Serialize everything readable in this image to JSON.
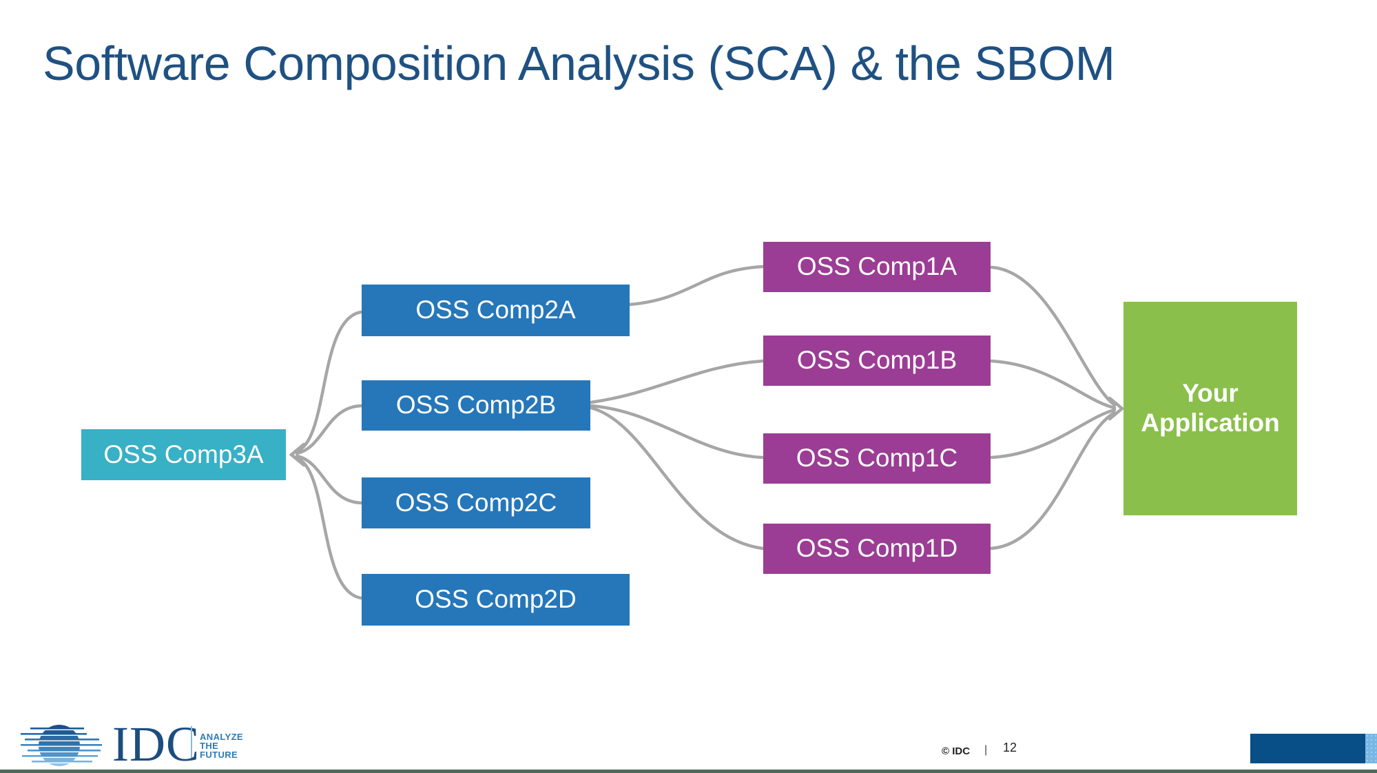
{
  "slide": {
    "title": "Software Composition Analysis (SCA) & the SBOM",
    "copyright": "© IDC",
    "divider": "|",
    "page_number": "12"
  },
  "logo": {
    "name": "IDC",
    "tagline": [
      "ANALYZE",
      "THE",
      "FUTURE"
    ]
  },
  "diagram": {
    "connector_color": "#a6a6a6",
    "nodes": {
      "comp3a": {
        "label": "OSS Comp3A",
        "color": "#38b0c5"
      },
      "comp2a": {
        "label": "OSS Comp2A",
        "color": "#2677b9"
      },
      "comp2b": {
        "label": "OSS Comp2B",
        "color": "#2677b9"
      },
      "comp2c": {
        "label": "OSS Comp2C",
        "color": "#2677b9"
      },
      "comp2d": {
        "label": "OSS Comp2D",
        "color": "#2677b9"
      },
      "comp1a": {
        "label": "OSS Comp1A",
        "color": "#9b3d94"
      },
      "comp1b": {
        "label": "OSS Comp1B",
        "color": "#9b3d94"
      },
      "comp1c": {
        "label": "OSS Comp1C",
        "color": "#9b3d94"
      },
      "comp1d": {
        "label": "OSS Comp1D",
        "color": "#9b3d94"
      },
      "app": {
        "label": "Your Application",
        "color": "#8abf4b"
      }
    },
    "edges": [
      {
        "from": "comp2a",
        "to": "comp3a",
        "arrowhead_at": "comp3a"
      },
      {
        "from": "comp2b",
        "to": "comp3a",
        "arrowhead_at": "comp3a"
      },
      {
        "from": "comp2c",
        "to": "comp3a",
        "arrowhead_at": "comp3a"
      },
      {
        "from": "comp2d",
        "to": "comp3a",
        "arrowhead_at": "comp3a"
      },
      {
        "from": "comp2a",
        "to": "comp1a",
        "arrowhead_at": null
      },
      {
        "from": "comp2b",
        "to": "comp1b",
        "arrowhead_at": null
      },
      {
        "from": "comp2b",
        "to": "comp1c",
        "arrowhead_at": null
      },
      {
        "from": "comp2b",
        "to": "comp1d",
        "arrowhead_at": null
      },
      {
        "from": "comp1a",
        "to": "app",
        "arrowhead_at": "app"
      },
      {
        "from": "comp1b",
        "to": "app",
        "arrowhead_at": "app"
      },
      {
        "from": "comp1c",
        "to": "app",
        "arrowhead_at": "app"
      },
      {
        "from": "comp1d",
        "to": "app",
        "arrowhead_at": "app"
      }
    ]
  },
  "colors": {
    "title_text": "#1f5182",
    "accent_bar": "#084f87",
    "accent_bar_cap": "#79b7e3",
    "footer_strip": "#4b6b58",
    "logo_text": "#1c4d80",
    "logo_tagline": "#2b7cb5"
  }
}
